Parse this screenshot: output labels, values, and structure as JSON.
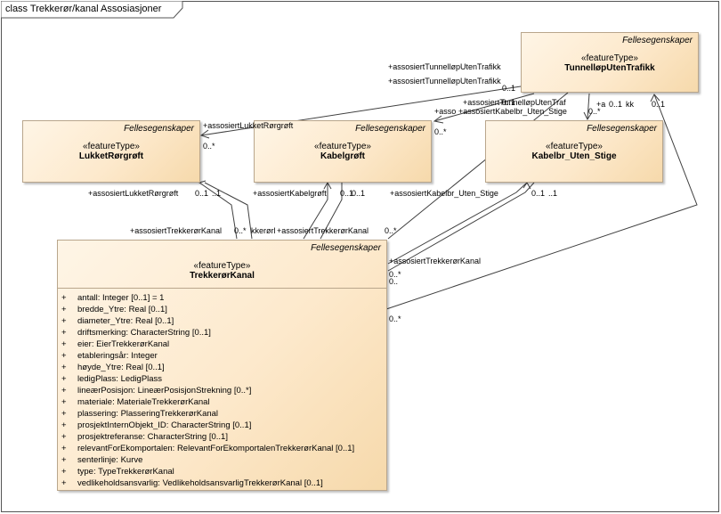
{
  "diagram_title": "class Trekkerør/kanal Assosiasjoner",
  "classes": {
    "tunnel": {
      "package": "Fellesegenskaper",
      "stereotype": "«featureType»",
      "name": "TunnelløpUtenTrafikk"
    },
    "lukket": {
      "package": "Fellesegenskaper",
      "stereotype": "«featureType»",
      "name": "LukketRørgrøft"
    },
    "kabelgroft": {
      "package": "Fellesegenskaper",
      "stereotype": "«featureType»",
      "name": "Kabelgrøft"
    },
    "kabelbr": {
      "package": "Fellesegenskaper",
      "stereotype": "«featureType»",
      "name": "Kabelbr_Uten_Stige"
    },
    "trekkeror": {
      "package": "Fellesegenskaper",
      "stereotype": "«featureType»",
      "name": "TrekkerørKanal",
      "attributes": [
        {
          "vis": "+",
          "text": "antall: Integer [0..1] = 1"
        },
        {
          "vis": "+",
          "text": "bredde_Ytre: Real [0..1]"
        },
        {
          "vis": "+",
          "text": "diameter_Ytre: Real [0..1]"
        },
        {
          "vis": "+",
          "text": "driftsmerking: CharacterString [0..1]"
        },
        {
          "vis": "+",
          "text": "eier: EierTrekkerørKanal"
        },
        {
          "vis": "+",
          "text": "etableringsår: Integer"
        },
        {
          "vis": "+",
          "text": "høyde_Ytre: Real [0..1]"
        },
        {
          "vis": "+",
          "text": "ledigPlass: LedigPlass"
        },
        {
          "vis": "+",
          "text": "lineærPosisjon: LineærPosisjonStrekning [0..*]"
        },
        {
          "vis": "+",
          "text": "materiale: MaterialeTrekkerørKanal"
        },
        {
          "vis": "+",
          "text": "plassering: PlasseringTrekkerørKanal"
        },
        {
          "vis": "+",
          "text": "prosjektInternObjekt_ID: CharacterString [0..1]"
        },
        {
          "vis": "+",
          "text": "prosjektreferanse: CharacterString [0..1]"
        },
        {
          "vis": "+",
          "text": "relevantForEkomportalen: RelevantForEkomportalenTrekkerørKanal [0..1]"
        },
        {
          "vis": "+",
          "text": "senterlinje: Kurve"
        },
        {
          "vis": "+",
          "text": "type: TypeTrekkerørKanal"
        },
        {
          "vis": "+",
          "text": "vedlikeholdsansvarlig: VedlikeholdsansvarligTrekkerørKanal [0..1]"
        }
      ]
    }
  },
  "edge_labels": [
    {
      "id": "l1",
      "text": "+assosiertTunnelløpUtenTrafikk"
    },
    {
      "id": "l2",
      "text": "+assosiertTunnelløpUtenTrafikk"
    },
    {
      "id": "l3",
      "text": "0..1"
    },
    {
      "id": "l4",
      "text": "+assosiertLukketRørgrøft"
    },
    {
      "id": "l5",
      "text": "0..*"
    },
    {
      "id": "l6",
      "text": "+assosiertKabelbr_Uten_Stige"
    },
    {
      "id": "l7",
      "text": "+asso"
    },
    {
      "id": "l8",
      "text": "0..*"
    },
    {
      "id": "l9",
      "text": "+assosiertTunnelløpUtenTraf"
    },
    {
      "id": "l10",
      "text": "0..1"
    },
    {
      "id": "l11",
      "text": "+a"
    },
    {
      "id": "l12",
      "text": "0..1"
    },
    {
      "id": "l13",
      "text": "kk"
    },
    {
      "id": "l14",
      "text": "0..*"
    },
    {
      "id": "l15",
      "text": "0..1"
    },
    {
      "id": "l16",
      "text": "+assosiertLukketRørgrøft"
    },
    {
      "id": "l17",
      "text": "0..1"
    },
    {
      "id": "l18",
      "text": "..1"
    },
    {
      "id": "l19",
      "text": "+assosiertKabelgrøft"
    },
    {
      "id": "l20",
      "text": "0..1"
    },
    {
      "id": "l21",
      "text": "0..1"
    },
    {
      "id": "l22",
      "text": "+assosiertKabelbr_Uten_Stige"
    },
    {
      "id": "l23",
      "text": "0..1"
    },
    {
      "id": "l24",
      "text": "..1"
    },
    {
      "id": "l25",
      "text": "+assosiertTrekkerørKanal"
    },
    {
      "id": "l26",
      "text": "0..*"
    },
    {
      "id": "l27",
      "text": "kkerørl"
    },
    {
      "id": "l28",
      "text": "+assosiertTrekkerørKanal"
    },
    {
      "id": "l29",
      "text": "0..*"
    },
    {
      "id": "l30",
      "text": "+assosiertTrekkerørKanal"
    },
    {
      "id": "l31",
      "text": "0..*"
    },
    {
      "id": "l32",
      "text": "0.."
    },
    {
      "id": "l33",
      "text": "0..*"
    }
  ],
  "colors": {
    "class_border": "#b9a68c",
    "class_fill_light": "#fef5e6",
    "class_fill_dark": "#f6d9ab",
    "line": "#404040"
  }
}
